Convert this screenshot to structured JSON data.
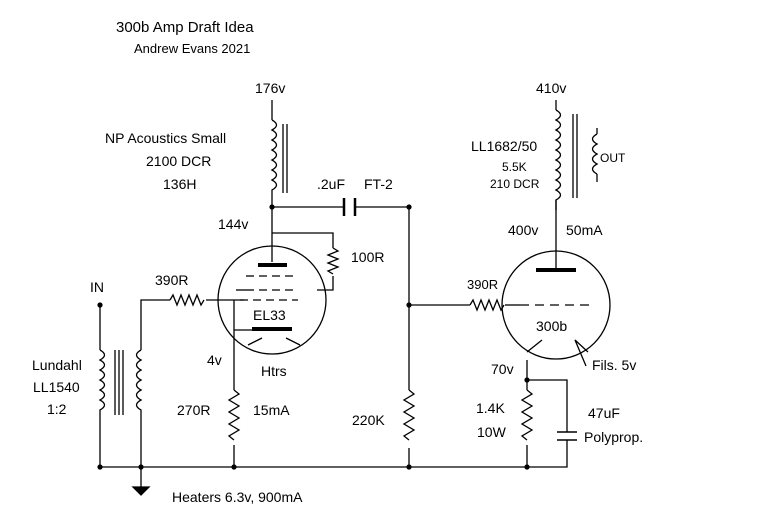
{
  "header": {
    "title": "300b Amp Draft  Idea",
    "author": "Andrew Evans 2021"
  },
  "labels": {
    "b_plus_driver": "176v",
    "choke_name": "NP Acoustics Small",
    "choke_dcr": "2100 DCR",
    "choke_h": "136H",
    "coupling_cap": ".2uF",
    "coupling_cap_type": "FT-2",
    "plate_v_driver": "144v",
    "g2_resistor": "100R",
    "grid_stopper_driver": "390R",
    "input": "IN",
    "driver_tube": "EL33",
    "cathode_v_driver": "4v",
    "heaters_driver": "Htrs",
    "cathode_res_driver": "270R",
    "cathode_current_driver": "15mA",
    "grid_leak": "220K",
    "in_tx_name": "Lundahl",
    "in_tx_model": "LL1540",
    "in_tx_ratio": "1:2",
    "heaters_note": "Heaters 6.3v, 900mA",
    "b_plus_output": "410v",
    "out_tx_model": "LL1682/50",
    "out_tx_imp": "5.5K",
    "out_tx_dcr": "210 DCR",
    "out_label": "OUT",
    "plate_v_output": "400v",
    "plate_current_output": "50mA",
    "grid_stopper_output": "390R",
    "output_tube": "300b",
    "filaments": "Fils. 5v",
    "cathode_v_output": "70v",
    "cathode_res_output": "1.4K",
    "cathode_res_power": "10W",
    "bypass_cap": "47uF",
    "bypass_cap_type": "Polyprop."
  }
}
